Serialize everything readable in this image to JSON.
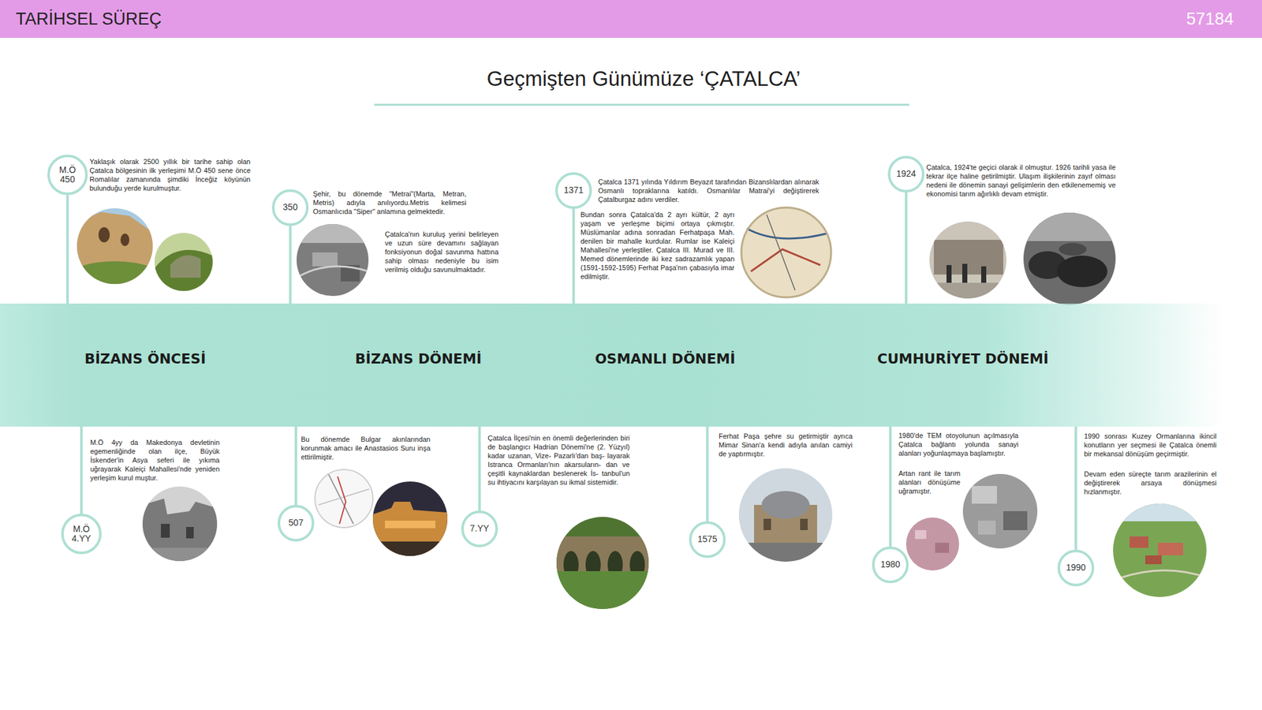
{
  "diagram": {
    "title": "Geçmişten Günümüze ‘ÇATALCA’",
    "nodes": [
      {
        "text": [
          "M.Ö 450"
        ]
      },
      {
        "text": [
          "350"
        ]
      },
      {
        "text": [
          "1371"
        ]
      },
      {
        "text": [
          "1924"
        ]
      },
      {
        "text": [
          "BİZANS ÖNCESİ",
          "BİZANS DÖNEMİ",
          "OSMANLI DÖNEMİ",
          "CUMHURİYET DÖNEMİ"
        ]
      },
      {
        "text": [
          "M.Ö 4.YY"
        ]
      },
      {
        "text": [
          "507"
        ]
      },
      {
        "text": [
          "7.YY"
        ]
      },
      {
        "text": [
          "1575"
        ]
      },
      {
        "text": [
          "1980"
        ]
      },
      {
        "text": [
          "1990"
        ]
      }
    ],
    "edges": [
      {
        "from": 0,
        "to": 4,
        "arrow": "none"
      },
      {
        "from": 1,
        "to": 4,
        "arrow": "none"
      },
      {
        "from": 2,
        "to": 4,
        "arrow": "none"
      },
      {
        "from": 3,
        "to": 4,
        "arrow": "none"
      },
      {
        "from": 5,
        "to": 4,
        "arrow": "none"
      },
      {
        "from": 6,
        "to": 4,
        "arrow": "none"
      },
      {
        "from": 7,
        "to": 4,
        "arrow": "none"
      },
      {
        "from": 8,
        "to": 4,
        "arrow": "none"
      },
      {
        "from": 9,
        "to": 4,
        "arrow": "none"
      },
      {
        "from": 10,
        "to": 4,
        "arrow": "none"
      }
    ],
    "labels": [
      "TARİHSEL SÜREÇ",
      "57184",
      "Yaklaşık olarak 2500 yıllık bir tarihe sahip olan Çatalca bölgesinin ilk yerleşimi M.Ö 450 sene önce Romalılar zamanında şimdiki İnceğiz köyünün bulunduğu yerde kurulmuştur.",
      "Şehir, bu dönemde \"Metrai\"(Marta, Metran, Metris) adıyla anılıyordu.Metris kelimesi Osmanlıcıda \"Siper\" anlamına gelmektedir.",
      "Çatalca'nın kuruluş yerini belirleyen ve uzun süre devamını sağlayan fonksiyonun doğal savunma hattına sahip olması nedeniyle bu isim verilmiş olduğu savunulmaktadır.",
      "Çatalca 1371 yılında Yıldırım Beyazıt tarafından Bizanslılardan alınarak Osmanlı topraklarına katıldı. Osmanlılar Matrai'yi değiştirerek Çatalburgaz adını verdiler.",
      "Bundan sonra Çatalca'da 2 ayrı kültür, 2 ayrı yaşam ve yerleşme biçimi ortaya çıkmıştır. Müslümanlar adına sonradan Ferhatpaşa Mah. denilen bir mahalle kurdular. Rumlar ise Kaleiçi Mahallesi'ne yerleştiler. Çatalca III. Murad ve III. Memed dönemlerinde iki kez sadrazamlık yapan (1591-1592-1595) Ferhat Paşa'nın çabasıyla imar edilmiştir.",
      "Çatalca, 1924'te geçici olarak il olmuştur. 1926 tarihli yasa ile tekrar ilçe haline getirilmiştir. Ulaşım ilişkilerinin zayıf olması nedeni ile dönemin sanayi gelişimlerin den etkilenememiş ve ekonomisi tarım ağırlıklı devam etmiştir.",
      "M.Ö 4yy da Makedonya devletinin egemenliğinde olan ilçe, Büyük İskender'in Asya seferi ile yıkıma uğrayarak Kaleiçi Mahallesi'nde yeniden yerleşim kurul muştur.",
      "Bu dönemde Bulgar akınlarından korunmak amacı ile Anastasios Suru inşa ettirilmiştir.",
      "Çatalca İlçesi'nin en önemli değerlerinden biri de başlangıcı Hadrian Dönemi'ne (2. Yüzyıl) kadar uzanan, Vize- Pazarlı'dan baş- layarak Istranca Ormanları'nın akarsuların- dan ve çeşitli kaynaklardan beslenerek İs- tanbul'un su ihtiyacını karşılayan su ikmal sistemidir.",
      "Ferhat Paşa şehre su getirmiştir ayrıca Mimar Sinan'a kendi adıyla anılan camiyi de yaptırmıştır.",
      "1980'de TEM otoyolunun açılmasıyla Çatalca bağlantı yolunda sanayi alanları yoğunlaşmaya başlamıştır.",
      "Artan rant ile tarım alanları dönüşüme uğramıştır.",
      "1990 sonrası Kuzey Ormanlarına ikincil konutların yer seçmesi ile Çatalca önemli bir mekansal dönüşüm geçirmiştir.",
      "Devam eden süreçte tarım arazilerinin el değiştirerek arsaya dönüşmesi hızlanmıştır."
    ]
  }
}
